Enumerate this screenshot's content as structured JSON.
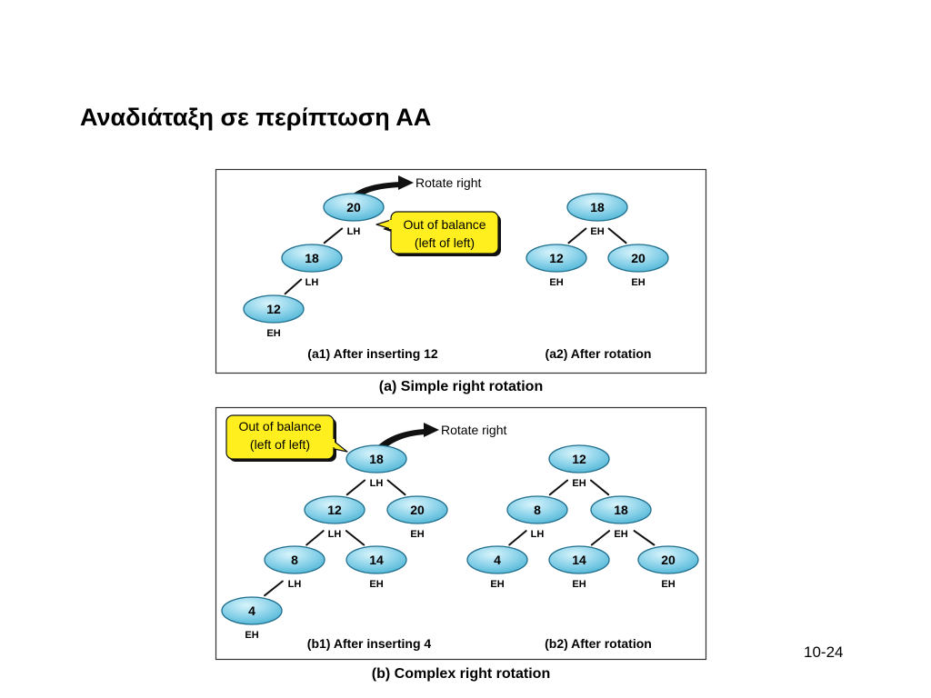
{
  "slide": {
    "title": "Αναδιάταξη σε περίπτωση ΑΑ",
    "page_number": "10-24"
  },
  "colors": {
    "node_fill_light": "#d8f4fb",
    "node_fill_dark": "#4fb6d6",
    "node_stroke": "#1f6e8c",
    "callout_fill": "#ffef1e",
    "panel_stroke": "#333333"
  },
  "panel_a": {
    "caption": "(a) Simple right rotation",
    "callout": {
      "line1": "Out of balance",
      "line2": "(left of left)"
    },
    "rotate_label": "Rotate right",
    "left": {
      "caption": "(a1) After inserting 12",
      "nodes": [
        {
          "key": "20",
          "bf": "LH"
        },
        {
          "key": "18",
          "bf": "LH"
        },
        {
          "key": "12",
          "bf": "EH"
        }
      ]
    },
    "right": {
      "caption": "(a2) After rotation",
      "nodes": [
        {
          "key": "18",
          "bf": "EH"
        },
        {
          "key": "12",
          "bf": "EH"
        },
        {
          "key": "20",
          "bf": "EH"
        }
      ]
    }
  },
  "panel_b": {
    "caption": "(b) Complex right rotation",
    "callout": {
      "line1": "Out of balance",
      "line2": "(left of left)"
    },
    "rotate_label": "Rotate right",
    "left": {
      "caption": "(b1) After inserting 4",
      "nodes": [
        {
          "key": "18",
          "bf": "LH"
        },
        {
          "key": "12",
          "bf": "LH"
        },
        {
          "key": "20",
          "bf": "EH"
        },
        {
          "key": "8",
          "bf": "LH"
        },
        {
          "key": "14",
          "bf": "EH"
        },
        {
          "key": "4",
          "bf": "EH"
        }
      ]
    },
    "right": {
      "caption": "(b2) After rotation",
      "nodes": [
        {
          "key": "12",
          "bf": "EH"
        },
        {
          "key": "8",
          "bf": "LH"
        },
        {
          "key": "18",
          "bf": "EH"
        },
        {
          "key": "4",
          "bf": "EH"
        },
        {
          "key": "14",
          "bf": "EH"
        },
        {
          "key": "20",
          "bf": "EH"
        }
      ]
    }
  }
}
